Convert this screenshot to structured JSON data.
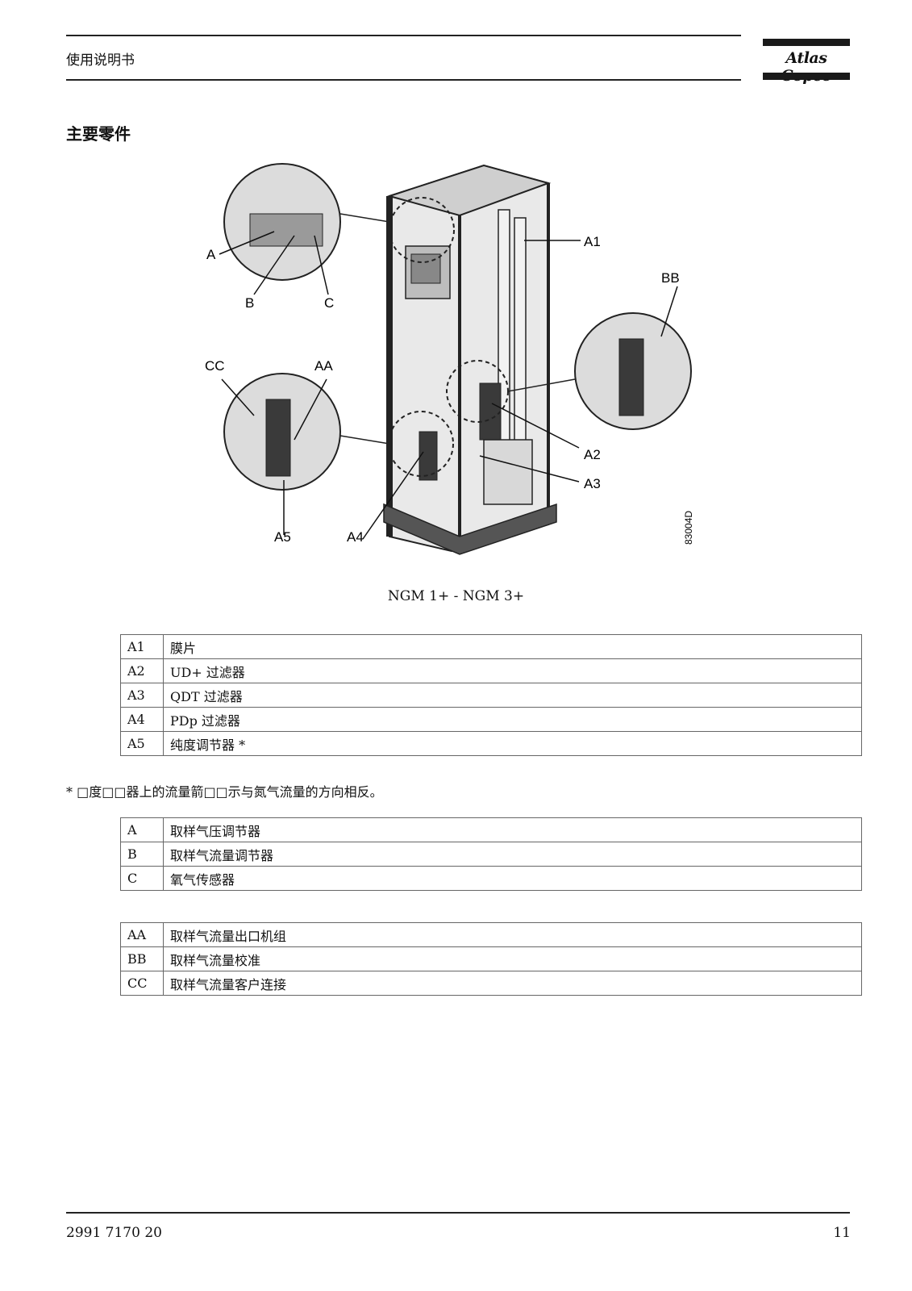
{
  "header": {
    "title": "使用说明书",
    "logo_text": "Atlas Copco"
  },
  "section": {
    "title": "主要零件"
  },
  "figure": {
    "labels": {
      "A1": "A1",
      "A2": "A2",
      "A3": "A3",
      "A4": "A4",
      "A5": "A5",
      "A": "A",
      "B": "B",
      "C": "C",
      "AA": "AA",
      "BB": "BB",
      "CC": "CC"
    },
    "code": "83004D",
    "caption": "NGM 1+ - NGM 3+"
  },
  "table1": [
    {
      "code": "A1",
      "desc": "膜片"
    },
    {
      "code": "A2",
      "desc": "UD+ 过滤器"
    },
    {
      "code": "A3",
      "desc": "QDT 过滤器"
    },
    {
      "code": "A4",
      "desc": "PDp 过滤器"
    },
    {
      "code": "A5",
      "desc": "纯度调节器 *"
    }
  ],
  "note": "* □度□□器上的流量箭□□示与氮气流量的方向相反。",
  "table2": [
    {
      "code": "A",
      "desc": "取样气压调节器"
    },
    {
      "code": "B",
      "desc": "取样气流量调节器"
    },
    {
      "code": "C",
      "desc": "氧气传感器"
    }
  ],
  "table3": [
    {
      "code": "AA",
      "desc": "取样气流量出口机组"
    },
    {
      "code": "BB",
      "desc": "取样气流量校准"
    },
    {
      "code": "CC",
      "desc": "取样气流量客户连接"
    }
  ],
  "footer": {
    "doc_number": "2991 7170 20",
    "page": "11"
  }
}
